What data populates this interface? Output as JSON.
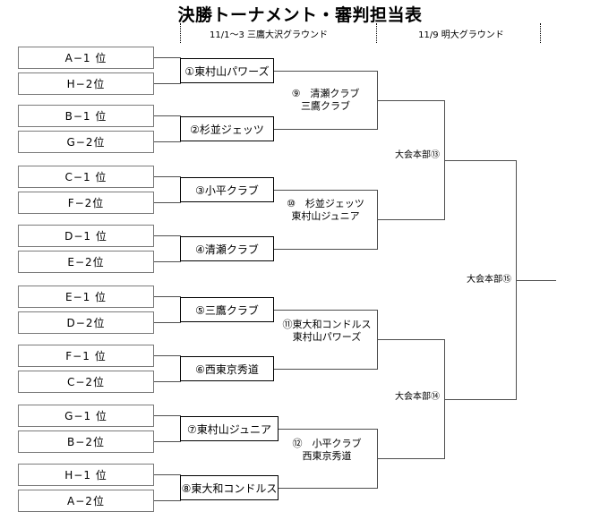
{
  "page": {
    "title": "決勝トーナメント・審判担当表"
  },
  "venues": [
    {
      "label": "11/1〜3  三鷹大沢グラウンド"
    },
    {
      "label": "11/9  明大グラウンド"
    }
  ],
  "seeds": [
    {
      "label": "A−1 位"
    },
    {
      "label": "H−2位"
    },
    {
      "label": "B−1 位"
    },
    {
      "label": "G−2位"
    },
    {
      "label": "C−1 位"
    },
    {
      "label": "F−2位"
    },
    {
      "label": "D−1 位"
    },
    {
      "label": "E−2位"
    },
    {
      "label": "E−1 位"
    },
    {
      "label": "D−2位"
    },
    {
      "label": "F−1 位"
    },
    {
      "label": "C−2位"
    },
    {
      "label": "G−1 位"
    },
    {
      "label": "B−2位"
    },
    {
      "label": "H−1 位"
    },
    {
      "label": "A−2位"
    }
  ],
  "round1": [
    {
      "label": "①東村山パワーズ"
    },
    {
      "label": "②杉並ジェッツ"
    },
    {
      "label": "③小平クラブ"
    },
    {
      "label": "④清瀬クラブ"
    },
    {
      "label": "⑤三鷹クラブ"
    },
    {
      "label": "⑥西東京秀道"
    },
    {
      "label": "⑦東村山ジュニア"
    },
    {
      "label": "⑧東大和コンドルス"
    }
  ],
  "round2": [
    {
      "line1": "⑨　清瀬クラブ",
      "line2": "三鷹クラブ"
    },
    {
      "line1": "⑩　杉並ジェッツ",
      "line2": "東村山ジュニア"
    },
    {
      "line1": "⑪東大和コンドルス",
      "line2": "東村山パワーズ"
    },
    {
      "line1": "⑫　小平クラブ",
      "line2": "西東京秀道"
    }
  ],
  "headquarters": [
    {
      "label": "大会本部⑬"
    },
    {
      "label": "大会本部⑭"
    },
    {
      "label": "大会本部⑮"
    }
  ],
  "colors": {
    "ink": "#000000",
    "rule": "#4d4d4d",
    "seed_border": "#7a7a7a",
    "paper": "#ffffff"
  }
}
